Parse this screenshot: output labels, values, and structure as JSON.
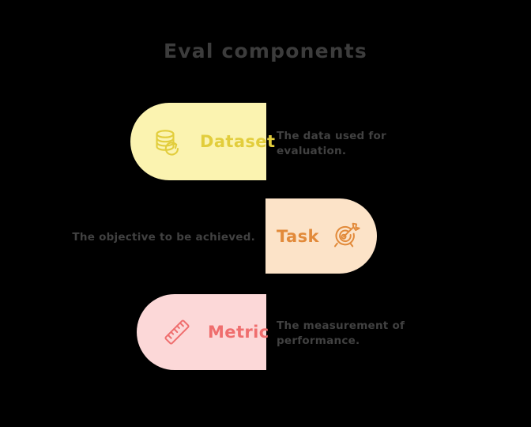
{
  "page": {
    "title": "Eval components",
    "background_color": "#000000",
    "title_color": "#3c3c3c"
  },
  "components": [
    {
      "id": "dataset",
      "label": "Dataset",
      "description": "The data used for evaluation.",
      "icon": "database-refresh-icon",
      "card_color": "#fbf3b0",
      "label_color": "#e2cd3c",
      "icon_color": "#e2cd3c",
      "rounded_side": "left",
      "description_side": "right"
    },
    {
      "id": "task",
      "label": "Task",
      "description": "The objective to be achieved.",
      "icon": "target-arrow-icon",
      "card_color": "#fce3c8",
      "label_color": "#e28a3a",
      "icon_color": "#e28a3a",
      "rounded_side": "right",
      "description_side": "left"
    },
    {
      "id": "metric",
      "label": "Metric",
      "description": "The measurement of performance.",
      "icon": "ruler-icon",
      "card_color": "#fcd8d8",
      "label_color": "#ef6e6e",
      "icon_color": "#ef6e6e",
      "rounded_side": "left",
      "description_side": "right"
    }
  ],
  "description_color": "#414141"
}
